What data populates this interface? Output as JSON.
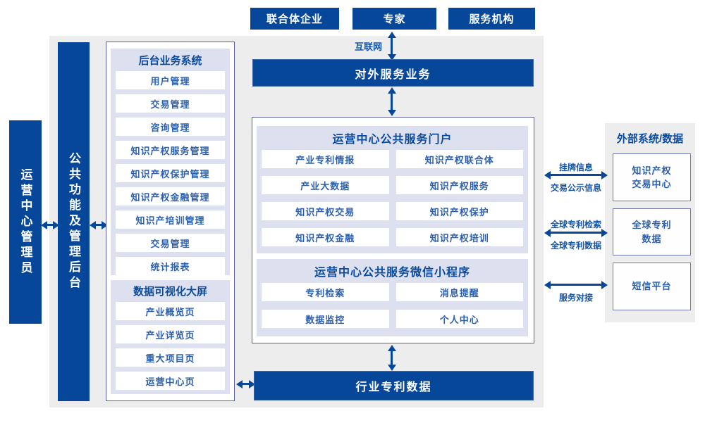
{
  "colors": {
    "primary_blue": "#07479a",
    "panel_lavender": "#dde1ef",
    "canvas_gray": "#ededed",
    "border_indigo": "#565e9f",
    "item_text": "#2c60ae"
  },
  "top_actors": {
    "consortium": "联合体企业",
    "expert": "专家",
    "service_org": "服务机构"
  },
  "internet": {
    "label": "互联网"
  },
  "bars": {
    "external_service": "对外服务业务",
    "industry_patent_data": "行业专利数据"
  },
  "rails": {
    "admin": "运营中心管理员",
    "public_backend": "公共功能及管理后台"
  },
  "backend_system": {
    "title": "后台业务系统",
    "items": [
      "用户管理",
      "交易管理",
      "咨询管理",
      "知识产权服务管理",
      "知识产权保护管理",
      "知识产权金融管理",
      "知识产培训管理",
      "交易管理",
      "统计报表"
    ]
  },
  "dashboard": {
    "title": "数据可视化大屏",
    "items": [
      "产业概览页",
      "产业详览页",
      "重大项目页",
      "运营中心页"
    ]
  },
  "portal": {
    "title": "运营中心公共服务门户",
    "items": [
      "产业专利情报",
      "知识产权联合体",
      "产业大数据",
      "知识产权服务",
      "知识产权交易",
      "知识产权保护",
      "知识产权金融",
      "知识产权培训"
    ]
  },
  "miniapp": {
    "title": "运营中心公共服务微信小程序",
    "items": [
      "专利检索",
      "消息提醒",
      "数据监控",
      "个人中心"
    ]
  },
  "external_systems": {
    "title": "外部系统/数据",
    "boxes": [
      "知识产权\n交易中心",
      "全球专利\n数据",
      "短信平台"
    ]
  },
  "links": [
    {
      "top": "挂牌信息",
      "bottom": "交易公示信息"
    },
    {
      "top": "全球专利检索",
      "bottom": "全球专利数据"
    },
    {
      "top": "",
      "bottom": "服务对接"
    }
  ]
}
